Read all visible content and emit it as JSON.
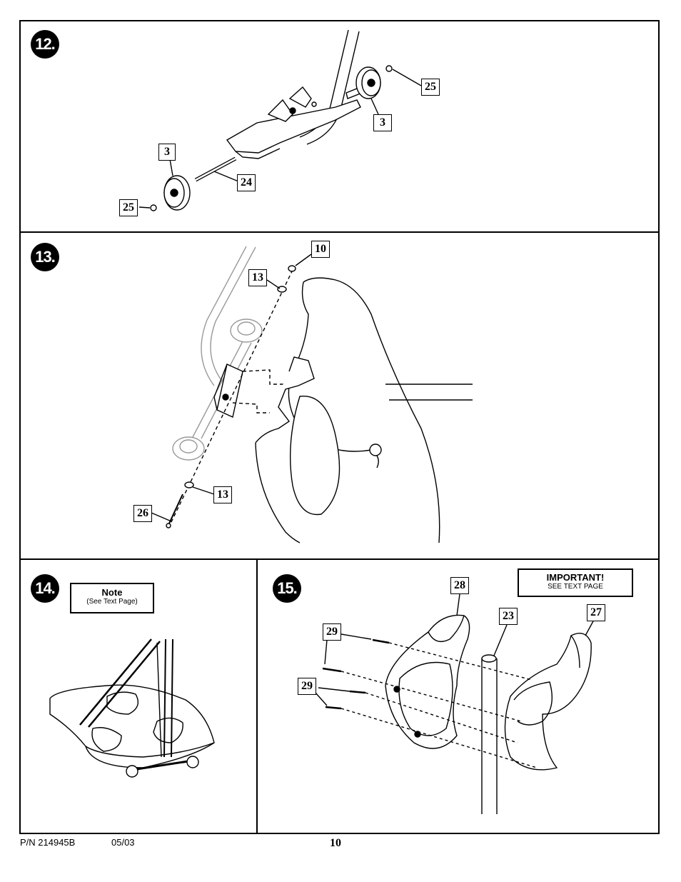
{
  "steps": {
    "s12": "12.",
    "s13": "13.",
    "s14": "14.",
    "s15": "15."
  },
  "callouts": {
    "p12_25_right": "25",
    "p12_3_right": "3",
    "p12_3_left": "3",
    "p12_24": "24",
    "p12_25_left": "25",
    "p13_10": "10",
    "p13_13_top": "13",
    "p13_13_bottom": "13",
    "p13_26": "26",
    "p15_28": "28",
    "p15_23": "23",
    "p15_27": "27",
    "p15_29_top": "29",
    "p15_29_bottom": "29"
  },
  "notes": {
    "note_title": "Note",
    "note_sub": "(See Text Page)",
    "important_title": "IMPORTANT!",
    "important_sub": "SEE TEXT PAGE"
  },
  "footer": {
    "part_number": "P/N 214945B",
    "date": "05/03",
    "page": "10"
  }
}
